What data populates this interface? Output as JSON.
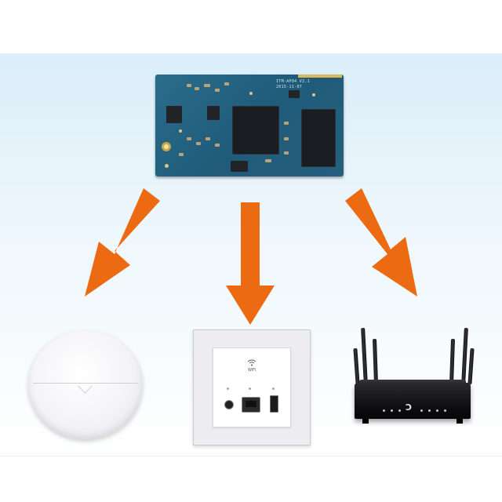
{
  "pcb": {
    "model_text": "ITM-AP04 V2.1",
    "date_text": "2015-11-07"
  },
  "wall_plate": {
    "wifi_label": "WiFi"
  },
  "colors": {
    "arrow": "#ec6a12",
    "background_top": "#dbeef9",
    "pcb": "#1f5c7a"
  },
  "icons": [
    "wifi-icon",
    "arrow-down-left",
    "arrow-down",
    "arrow-down-right"
  ]
}
